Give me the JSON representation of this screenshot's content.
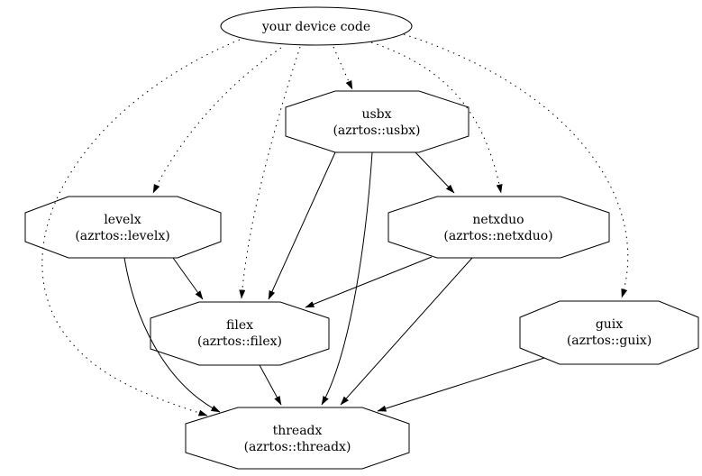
{
  "diagram": {
    "title": "dependency-graph",
    "background_color": "#ffffff",
    "line_color": "#000000",
    "nodes": {
      "device_code": {
        "label": "your device code",
        "shape": "ellipse"
      },
      "usbx": {
        "name": "usbx",
        "qualified": "(azrtos::usbx)",
        "shape": "octagon"
      },
      "levelx": {
        "name": "levelx",
        "qualified": "(azrtos::levelx)",
        "shape": "octagon"
      },
      "netxduo": {
        "name": "netxduo",
        "qualified": "(azrtos::netxduo)",
        "shape": "octagon"
      },
      "filex": {
        "name": "filex",
        "qualified": "(azrtos::filex)",
        "shape": "octagon"
      },
      "guix": {
        "name": "guix",
        "qualified": "(azrtos::guix)",
        "shape": "octagon"
      },
      "threadx": {
        "name": "threadx",
        "qualified": "(azrtos::threadx)",
        "shape": "octagon"
      }
    },
    "edges": [
      {
        "from": "your device code",
        "to": "usbx",
        "style": "dotted"
      },
      {
        "from": "your device code",
        "to": "levelx",
        "style": "dotted"
      },
      {
        "from": "your device code",
        "to": "netxduo",
        "style": "dotted"
      },
      {
        "from": "your device code",
        "to": "filex",
        "style": "dotted"
      },
      {
        "from": "your device code",
        "to": "guix",
        "style": "dotted"
      },
      {
        "from": "your device code",
        "to": "threadx",
        "style": "dotted"
      },
      {
        "from": "usbx",
        "to": "netxduo",
        "style": "solid"
      },
      {
        "from": "usbx",
        "to": "filex",
        "style": "solid"
      },
      {
        "from": "usbx",
        "to": "threadx",
        "style": "solid"
      },
      {
        "from": "levelx",
        "to": "filex",
        "style": "solid"
      },
      {
        "from": "levelx",
        "to": "threadx",
        "style": "solid"
      },
      {
        "from": "netxduo",
        "to": "filex",
        "style": "solid"
      },
      {
        "from": "netxduo",
        "to": "threadx",
        "style": "solid"
      },
      {
        "from": "filex",
        "to": "threadx",
        "style": "solid"
      },
      {
        "from": "guix",
        "to": "threadx",
        "style": "solid"
      }
    ]
  }
}
